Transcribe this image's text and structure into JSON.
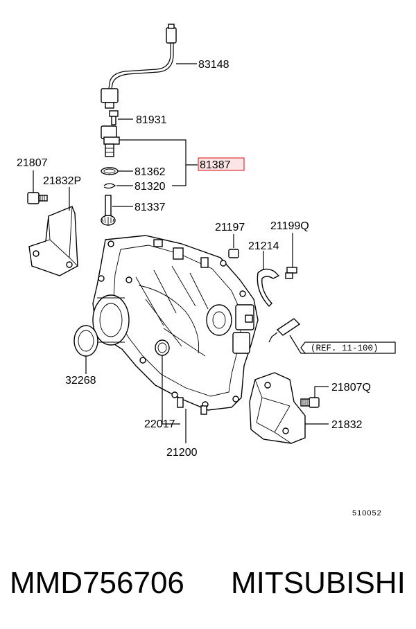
{
  "labels": {
    "p83148": "83148",
    "p81931": "81931",
    "p81362": "81362",
    "p81387": "81387",
    "p81320": "81320",
    "p81337": "81337",
    "p21807": "21807",
    "p21832P": "21832P",
    "p21197": "21197",
    "p21199Q": "21199Q",
    "p21214": "21214",
    "p32268": "32268",
    "p22017": "22017",
    "p21200": "21200",
    "p21807Q": "21807Q",
    "p21832": "21832",
    "ref": "(REF. 11-100)",
    "diagram_code": "510052"
  },
  "footer": {
    "part_number": "MMD756706",
    "brand": "MITSUBISHI"
  },
  "colors": {
    "highlight_border": "#e0303a",
    "highlight_fill": "#fde4e6"
  }
}
